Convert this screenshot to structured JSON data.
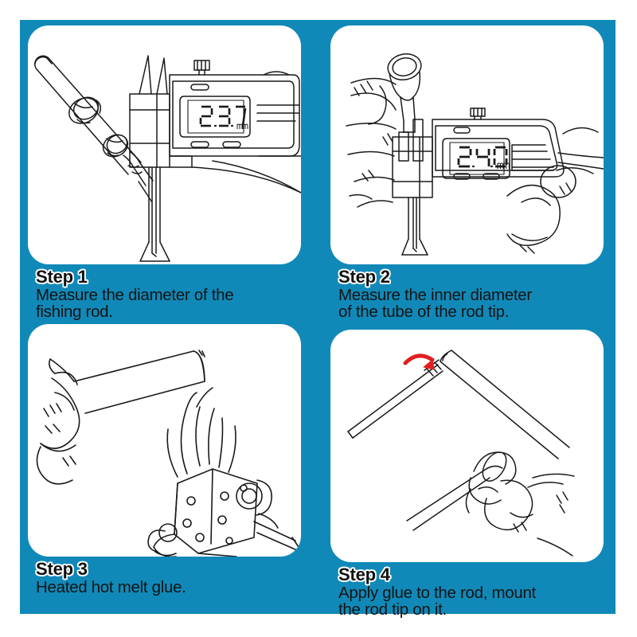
{
  "theme": {
    "background_blue": "#1189b8",
    "card_white": "#ffffff",
    "line_color": "#1a1a1a",
    "accent_red": "#e02020",
    "text_color": "#111111"
  },
  "panels": [
    {
      "id": "step-1",
      "step_label": "Step 1",
      "description_line1": "Measure the diameter of the",
      "description_line2": "fishing rod.",
      "illustration": "fishing-rod-measured-with-digital-caliper",
      "caliper": {
        "reading": "2.37",
        "unit": "mm"
      }
    },
    {
      "id": "step-2",
      "step_label": "Step 2",
      "description_line1": "Measure the inner diameter",
      "description_line2": "of the tube of the rod tip.",
      "illustration": "rod-tip-tube-measured-with-digital-caliper-held-in-hand",
      "caliper": {
        "reading": "2.40",
        "unit": "mm"
      }
    },
    {
      "id": "step-3",
      "step_label": "Step 3",
      "description_line1": "Heated hot melt glue.",
      "description_line2": "",
      "illustration": "hand-holding-glue-stick-over-lighter-flame"
    },
    {
      "id": "step-4",
      "step_label": "Step 4",
      "description_line1": "Apply glue to the rod, mount",
      "description_line2": "the rod tip on it.",
      "illustration": "rod-tip-mounted-on-rod-with-red-rotation-arrow"
    }
  ]
}
